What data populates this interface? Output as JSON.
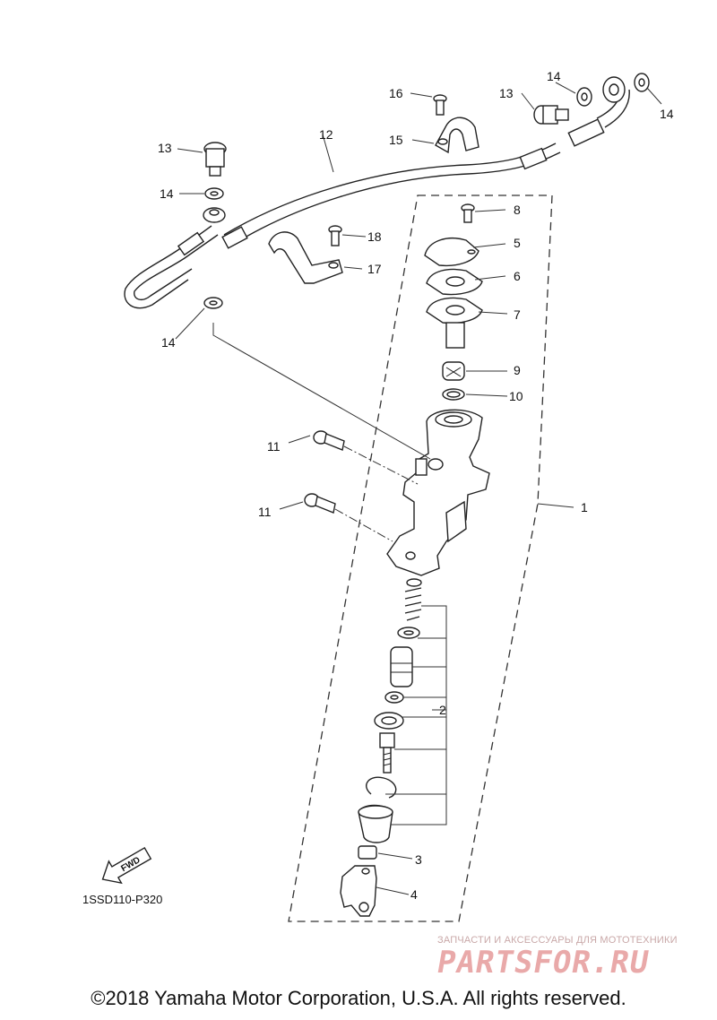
{
  "callouts": {
    "c1": "1",
    "c2": "2",
    "c3": "3",
    "c4": "4",
    "c5": "5",
    "c6": "6",
    "c7": "7",
    "c8": "8",
    "c9": "9",
    "c10": "10",
    "c11a": "11",
    "c11b": "11",
    "c12": "12",
    "c13a": "13",
    "c13b": "13",
    "c14a": "14",
    "c14b": "14",
    "c14c": "14",
    "c14d": "14",
    "c15": "15",
    "c16": "16",
    "c17": "17",
    "c18": "18"
  },
  "fwd_label": "FWD",
  "drawing_code": "1SSD110-P320",
  "watermark": {
    "tagline": "ЗАПЧАСТИ И АКСЕССУАРЫ ДЛЯ МОТОТЕХНИКИ",
    "logo": "PARTSFOR.RU"
  },
  "copyright": "©2018 Yamaha Motor Corporation, U.S.A. All rights reserved.",
  "colors": {
    "line": "#222222",
    "watermark": "#e9a9a9"
  }
}
